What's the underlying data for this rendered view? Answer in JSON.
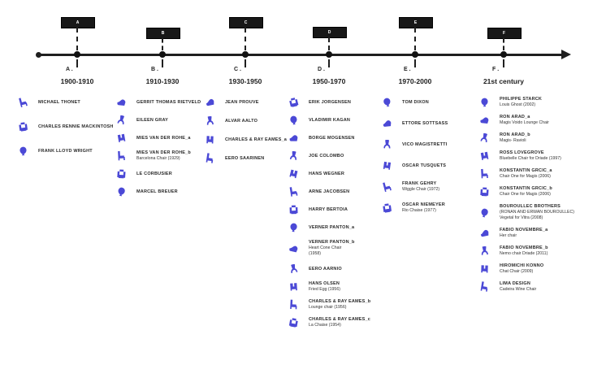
{
  "colors": {
    "accent_chair": "#4b49d6",
    "timeline": "#1f1f1f",
    "marker_box": "#181818"
  },
  "icons": {
    "chair": "chair-icon",
    "arrow": "arrowhead-icon"
  },
  "timeline": {
    "eras": [
      {
        "marker_letter": "A",
        "letter_label": "A .",
        "range_label": "1900-1910",
        "designers": [
          {
            "name": "MICHAEL THONET",
            "lines": []
          },
          {
            "name": "CHARLES RENNIE MACKINTOSH",
            "lines": []
          },
          {
            "name": "FRANK LLOYD WRIGHT",
            "lines": []
          }
        ]
      },
      {
        "marker_letter": "B",
        "letter_label": "B .",
        "range_label": "1910-1930",
        "designers": [
          {
            "name": "GERRIT THOMAS RIETVELD",
            "lines": []
          },
          {
            "name": "EILEEN GRAY",
            "lines": []
          },
          {
            "name": "MIES VAN DER ROHE_a",
            "lines": []
          },
          {
            "name": "MIES VAN DER ROHE_b",
            "lines": [
              "Barcelona Chair (1929)"
            ]
          },
          {
            "name": "LE CORBUSIER",
            "lines": []
          },
          {
            "name": "MARCEL BREUER",
            "lines": []
          }
        ]
      },
      {
        "marker_letter": "C",
        "letter_label": "C .",
        "range_label": "1930-1950",
        "designers": [
          {
            "name": "JEAN PROUVE",
            "lines": []
          },
          {
            "name": "ALVAR AALTO",
            "lines": []
          },
          {
            "name": "CHARLES & RAY EAMES_a",
            "lines": []
          },
          {
            "name": "EERO SAARINEN",
            "lines": []
          }
        ]
      },
      {
        "marker_letter": "D",
        "letter_label": "D .",
        "range_label": "1950-1970",
        "designers": [
          {
            "name": "ERIK JORGENSEN",
            "lines": []
          },
          {
            "name": "VLADIMIR KAGAN",
            "lines": []
          },
          {
            "name": "BORGE MOGENSEN",
            "lines": []
          },
          {
            "name": "JOE COLOMBO",
            "lines": []
          },
          {
            "name": "HANS WEGNER",
            "lines": []
          },
          {
            "name": "ARNE JACOBSEN",
            "lines": []
          },
          {
            "name": "HARRY BERTOIA",
            "lines": []
          },
          {
            "name": "VERNER PANTON_a",
            "lines": []
          },
          {
            "name": "VERNER PANTON_b",
            "lines": [
              "Heart Cone Chair",
              "(1958)"
            ]
          },
          {
            "name": "EERO AARNIO",
            "lines": []
          },
          {
            "name": "HANS OLSEN",
            "lines": [
              "Fried Egg (1956)"
            ]
          },
          {
            "name": "CHARLES & RAY EAMES_b",
            "lines": [
              "Lounge chair (1956)"
            ]
          },
          {
            "name": "CHARLES & RAY EAMES_c",
            "lines": [
              "La Chaise (1954)"
            ]
          }
        ]
      },
      {
        "marker_letter": "E",
        "letter_label": "E .",
        "range_label": "1970-2000",
        "designers": [
          {
            "name": "TOM DIXON",
            "lines": []
          },
          {
            "name": "ETTORE SOTTSASS",
            "lines": []
          },
          {
            "name": "VICO MAGISTRETTI",
            "lines": []
          },
          {
            "name": "OSCAR TUSQUETS",
            "lines": []
          },
          {
            "name": "FRANK GEHRY",
            "lines": [
              "Wiggle Chair (1972)"
            ]
          },
          {
            "name": "OSCAR NIEMEYER",
            "lines": [
              "Rio Chaise (1977)"
            ]
          }
        ]
      },
      {
        "marker_letter": "F",
        "letter_label": "F .",
        "range_label": "21st century",
        "designers": [
          {
            "name": "PHILIPPE STARCK",
            "lines": [
              "Louis Ghost (2002)"
            ]
          },
          {
            "name": "RON ARAD_a",
            "lines": [
              "Magis Voido Lounge Chair"
            ]
          },
          {
            "name": "RON ARAD_b",
            "lines": [
              "Magis- Ravioli"
            ]
          },
          {
            "name": "ROSS LOVEGROVE",
            "lines": [
              "Bluebelle Chair for Driade (1997)"
            ]
          },
          {
            "name": "KONSTANTIN GRCIC_a",
            "lines": [
              "Chair One for Magis (2006)"
            ]
          },
          {
            "name": "KONSTANTIN GRCIC_b",
            "lines": [
              "Chair One for Magis (2006)"
            ]
          },
          {
            "name": "BOUROULLEC BROTHERS",
            "lines": [
              "(RONAN AND ERWAN BOUROULLEC)",
              "Vegetal for Vitra (2008)"
            ]
          },
          {
            "name": "FABIO NOVEMBRE_a",
            "lines": [
              "Her chair"
            ]
          },
          {
            "name": "FABIO NOVEMBRE_b",
            "lines": [
              "Nemo chair Driade (2011)"
            ]
          },
          {
            "name": "HIROMICHI KONNO",
            "lines": [
              "Chat Chair (2009)"
            ]
          },
          {
            "name": "LIMA DESIGN",
            "lines": [
              "Cadeira Wine Chair"
            ]
          }
        ]
      }
    ]
  }
}
